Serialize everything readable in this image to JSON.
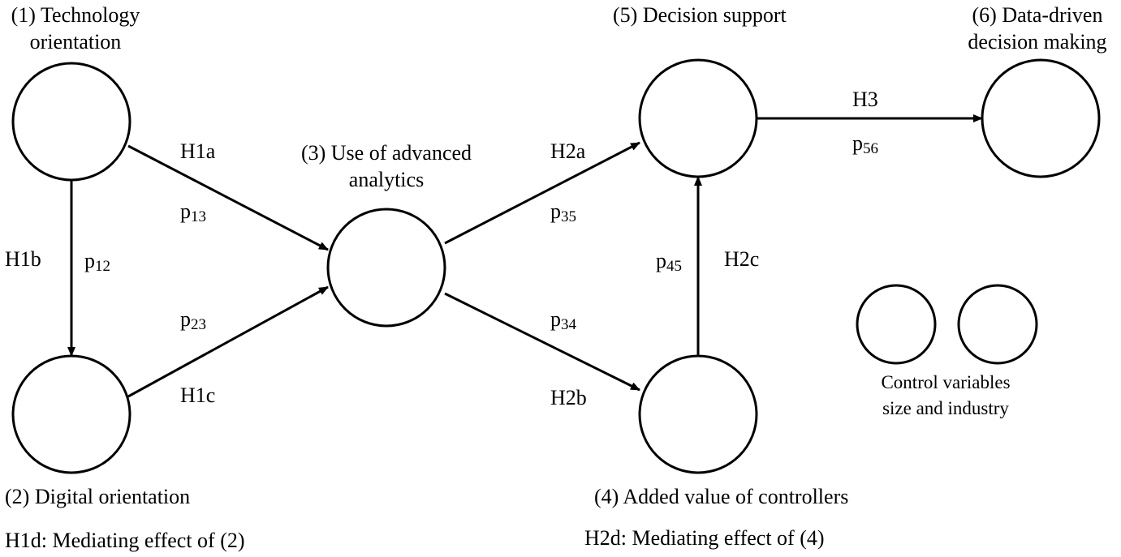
{
  "nodes": {
    "n1": {
      "label_line1": "(1) Technology",
      "label_line2": "orientation"
    },
    "n2": {
      "label": "(2) Digital orientation"
    },
    "n3": {
      "label_line1": "(3) Use of advanced",
      "label_line2": "analytics"
    },
    "n4": {
      "label": "(4) Added value of controllers"
    },
    "n5": {
      "label": "(5) Decision support"
    },
    "n6": {
      "label_line1": "(6) Data-driven",
      "label_line2": "decision making"
    }
  },
  "paths": {
    "p12": {
      "hyp": "H1b",
      "p": "p",
      "sub": "12"
    },
    "p13": {
      "hyp": "H1a",
      "p": "p",
      "sub": "13"
    },
    "p23": {
      "hyp": "H1c",
      "p": "p",
      "sub": "23"
    },
    "p35": {
      "hyp": "H2a",
      "p": "p",
      "sub": "35"
    },
    "p34": {
      "hyp": "H2b",
      "p": "p",
      "sub": "34"
    },
    "p45": {
      "hyp": "H2c",
      "p": "p",
      "sub": "45"
    },
    "p56": {
      "hyp": "H3",
      "p": "p",
      "sub": "56"
    }
  },
  "controls": {
    "line1": "Control variables",
    "line2": "size and industry"
  },
  "mediation": {
    "h1d": "H1d: Mediating effect of (2)",
    "h2d": "H2d: Mediating effect of (4)"
  }
}
